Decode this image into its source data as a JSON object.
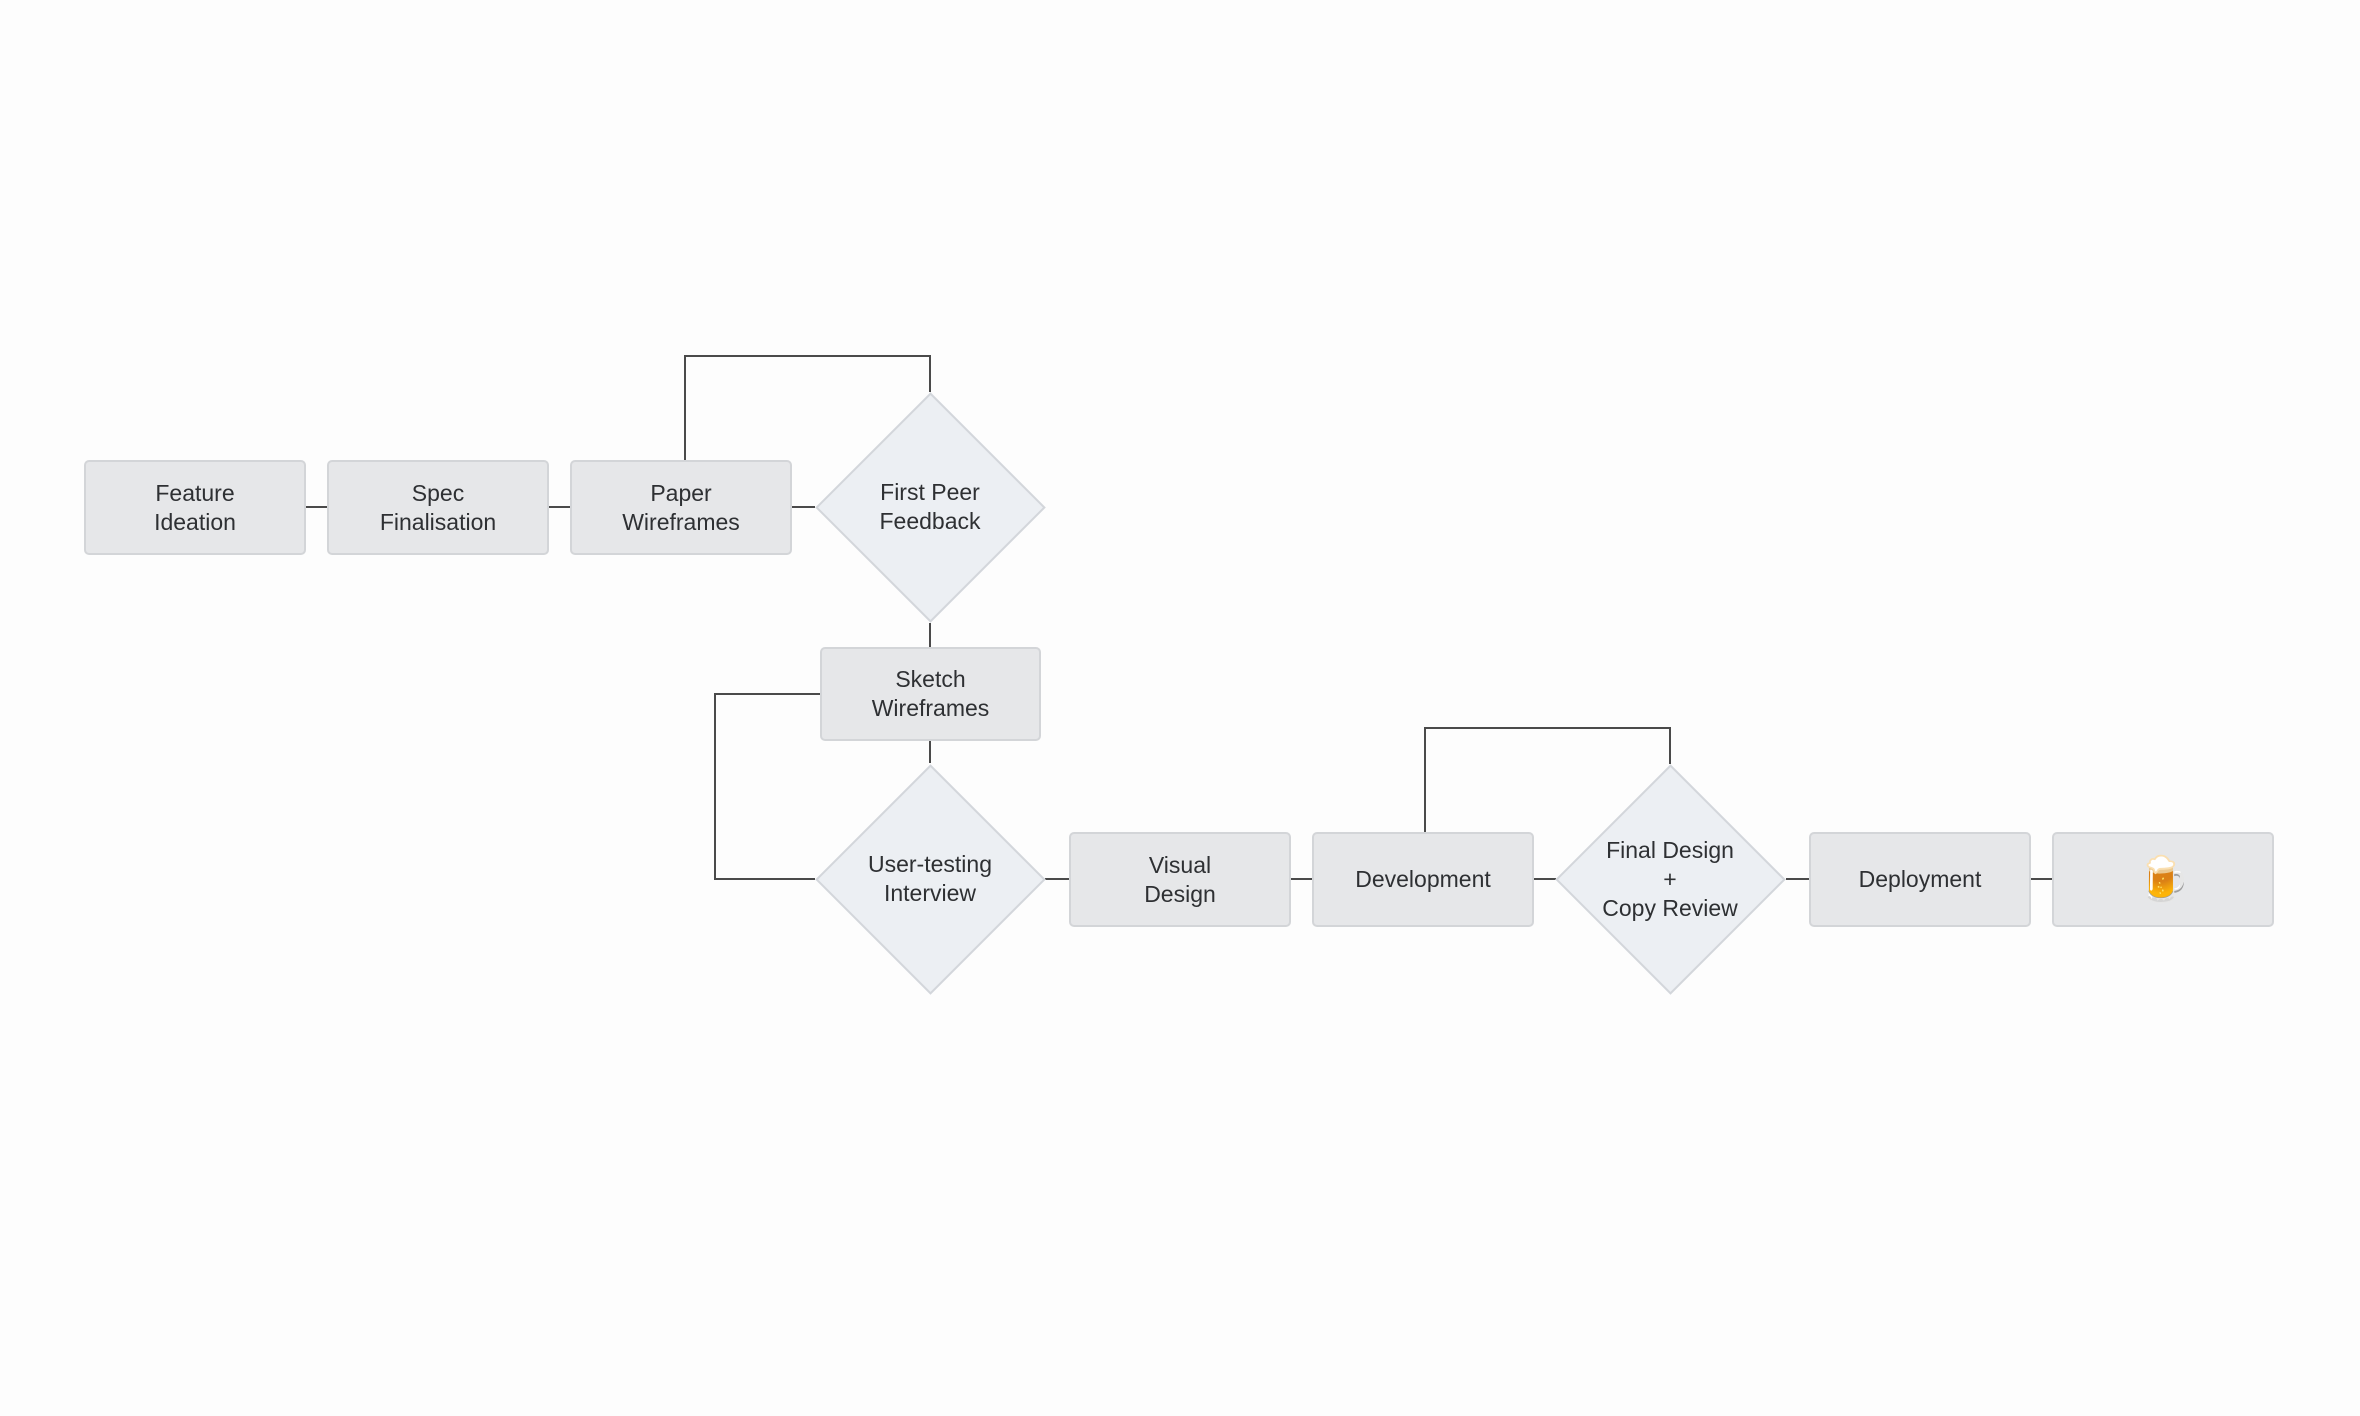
{
  "diagram": {
    "nodes": {
      "feature_ideation": "Feature\nIdeation",
      "spec_finalisation": "Spec\nFinalisation",
      "paper_wireframes": "Paper\nWireframes",
      "first_peer_feedback": "First Peer\nFeedback",
      "sketch_wireframes": "Sketch\nWireframes",
      "user_testing_interview": "User-testing\nInterview",
      "visual_design": "Visual\nDesign",
      "development": "Development",
      "final_design_copy_review": "Final Design\n+\nCopy Review",
      "deployment": "Deployment",
      "celebration": "🍺"
    },
    "icons": {
      "celebration": "beer-mug-icon"
    }
  }
}
